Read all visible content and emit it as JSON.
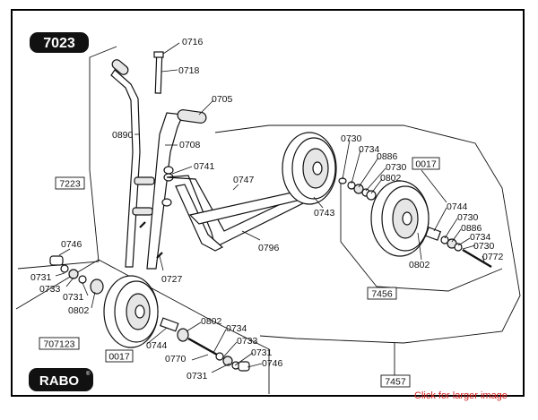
{
  "model_number": "7023",
  "brand": "RABO",
  "enlarge_link": "Click for larger image",
  "labels": {
    "p0716": "0716",
    "p0718": "0718",
    "p0705": "0705",
    "p0890": "0890",
    "p0708": "0708",
    "p0741": "0741",
    "p0747": "0747",
    "p0743": "0743",
    "p0796": "0796",
    "p0727": "0727",
    "p0746a": "0746",
    "p0731a": "0731",
    "p0733a": "0733",
    "p0731b": "0731",
    "p0802a": "0802",
    "p0744a": "0744",
    "p0802b": "0802",
    "p0734a": "0734",
    "p0733b": "0733",
    "p0770": "0770",
    "p0731c": "0731",
    "p0746b": "0746",
    "p0731d": "0731",
    "p0730a": "0730",
    "p0734b": "0734",
    "p0886a": "0886",
    "p0730b": "0730",
    "p0802c": "0802",
    "p0744b": "0744",
    "p0730c": "0730",
    "p0886b": "0886",
    "p0734c": "0734",
    "p0730d": "0730",
    "p0772": "0772",
    "p0802d": "0802"
  },
  "assemblies": {
    "a7223": "7223",
    "a707123": "707123",
    "a0017a": "0017",
    "a0017b": "0017",
    "a7456": "7456",
    "a7457": "7457"
  }
}
